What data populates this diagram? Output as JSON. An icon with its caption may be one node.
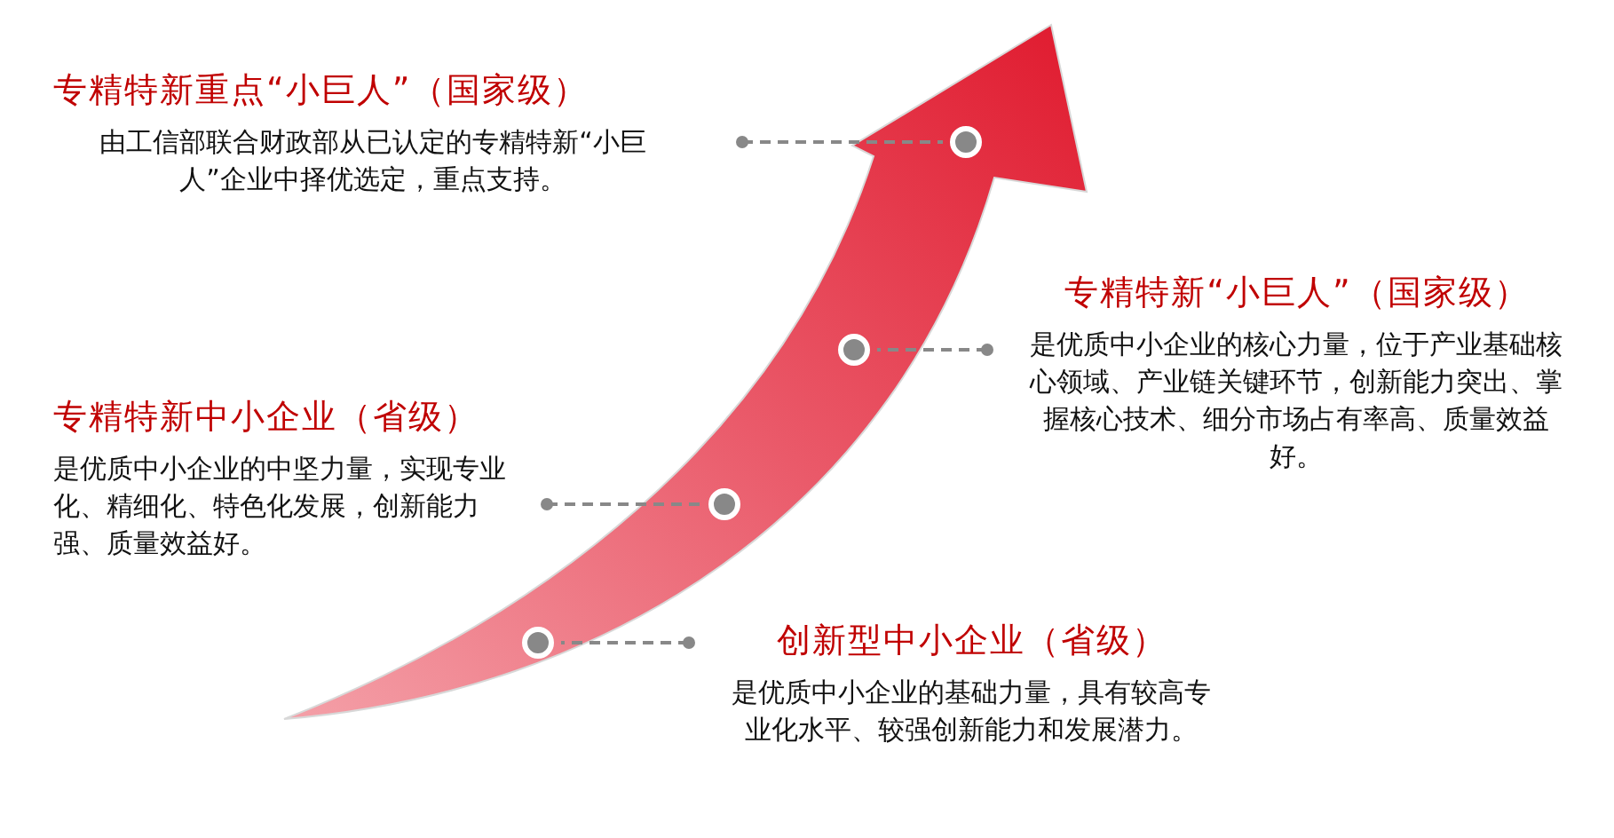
{
  "diagram": {
    "nodes": [
      {
        "text": [
          "专精特新重点“小巨人”（国家级）",
          "由工信部联合财政部从已认定的专精特新“小巨人”企业中择优选定，重点支持。"
        ]
      },
      {
        "text": [],
        "shape": "circle"
      },
      {
        "text": [
          "专精特新“小巨人”（国家级）",
          "是优质中小企业的核心力量，位于产业基础核心领域、产业链关键环节，创新能力突出、掌握核心技术、细分市场占有率高、质量效益好。"
        ]
      },
      {
        "text": [],
        "shape": "circle"
      },
      {
        "text": [
          "专精特新中小企业（省级）",
          "是优质中小企业的中坚力量，实现专业化、精细化、特色化发展，创新能力强、质量效益好。"
        ]
      },
      {
        "text": [],
        "shape": "circle"
      },
      {
        "text": [
          "创新型中小企业（省级）",
          "是优质中小企业的基础力量，具有较高专业化水平、较强创新能力和发展潜力。"
        ]
      },
      {
        "text": [],
        "shape": "circle"
      }
    ],
    "edges": [
      {
        "from": 0,
        "to": 1,
        "arrow": "other",
        "style": "dashed"
      },
      {
        "from": 2,
        "to": 3,
        "arrow": "other",
        "style": "dashed"
      },
      {
        "from": 4,
        "to": 5,
        "arrow": "other",
        "style": "dashed"
      },
      {
        "from": 6,
        "to": 7,
        "arrow": "other",
        "style": "dashed"
      }
    ]
  }
}
